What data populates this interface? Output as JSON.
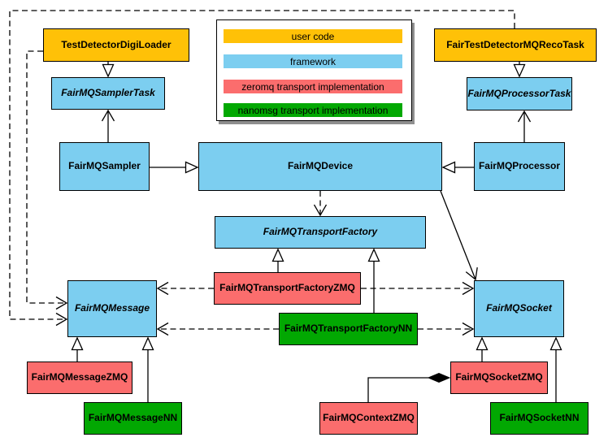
{
  "diagram": {
    "type": "uml-class-diagram",
    "legend": {
      "items": [
        {
          "label": "user code",
          "color": "#FFC107"
        },
        {
          "label": "framework",
          "color": "#7CCEF0"
        },
        {
          "label": "zeromq transport implementation",
          "color": "#FB6D6D"
        },
        {
          "label": "nanomsg transport implementation",
          "color": "#02A802"
        }
      ]
    },
    "colors": {
      "user_code": "#FFC107",
      "framework": "#7CCEF0",
      "zeromq": "#FB6D6D",
      "nanomsg": "#02A802",
      "line": "#000000",
      "background": "#FFFFFF",
      "legend_shadow": "#8F8F8F"
    },
    "nodes": {
      "testDetectorDigiLoader": {
        "label": "TestDetectorDigiLoader",
        "category": "user code",
        "abstract": false
      },
      "fairTestDetectorMQRecoTask": {
        "label": "FairTestDetectorMQRecoTask",
        "category": "user code",
        "abstract": false
      },
      "fairMQSamplerTask": {
        "label": "FairMQSamplerTask",
        "category": "framework",
        "abstract": true
      },
      "fairMQProcessorTask": {
        "label": "FairMQProcessorTask",
        "category": "framework",
        "abstract": true
      },
      "fairMQSampler": {
        "label": "FairMQSampler",
        "category": "framework",
        "abstract": false
      },
      "fairMQDevice": {
        "label": "FairMQDevice",
        "category": "framework",
        "abstract": false
      },
      "fairMQProcessor": {
        "label": "FairMQProcessor",
        "category": "framework",
        "abstract": false
      },
      "fairMQTransportFactory": {
        "label": "FairMQTransportFactory",
        "category": "framework",
        "abstract": true
      },
      "fairMQTransportFactoryZMQ": {
        "label": "FairMQTransportFactoryZMQ",
        "category": "zeromq",
        "abstract": false
      },
      "fairMQTransportFactoryNN": {
        "label": "FairMQTransportFactoryNN",
        "category": "nanomsg",
        "abstract": false
      },
      "fairMQMessage": {
        "label": "FairMQMessage",
        "category": "framework",
        "abstract": true
      },
      "fairMQSocket": {
        "label": "FairMQSocket",
        "category": "framework",
        "abstract": true
      },
      "fairMQMessageZMQ": {
        "label": "FairMQMessageZMQ",
        "category": "zeromq",
        "abstract": false
      },
      "fairMQMessageNN": {
        "label": "FairMQMessageNN",
        "category": "nanomsg",
        "abstract": false
      },
      "fairMQContextZMQ": {
        "label": "FairMQContextZMQ",
        "category": "zeromq",
        "abstract": false
      },
      "fairMQSocketZMQ": {
        "label": "FairMQSocketZMQ",
        "category": "zeromq",
        "abstract": false
      },
      "fairMQSocketNN": {
        "label": "FairMQSocketNN",
        "category": "nanomsg",
        "abstract": false
      }
    },
    "edges": [
      {
        "from": "TestDetectorDigiLoader",
        "to": "FairMQSamplerTask",
        "type": "inheritance",
        "line": "solid"
      },
      {
        "from": "FairTestDetectorMQRecoTask",
        "to": "FairMQProcessorTask",
        "type": "inheritance",
        "line": "solid"
      },
      {
        "from": "FairMQSampler",
        "to": "FairMQDevice",
        "type": "inheritance",
        "line": "solid"
      },
      {
        "from": "FairMQProcessor",
        "to": "FairMQDevice",
        "type": "inheritance",
        "line": "solid"
      },
      {
        "from": "FairMQTransportFactoryZMQ",
        "to": "FairMQTransportFactory",
        "type": "inheritance",
        "line": "solid"
      },
      {
        "from": "FairMQTransportFactoryNN",
        "to": "FairMQTransportFactory",
        "type": "inheritance",
        "line": "solid"
      },
      {
        "from": "FairMQMessageZMQ",
        "to": "FairMQMessage",
        "type": "inheritance",
        "line": "solid"
      },
      {
        "from": "FairMQMessageNN",
        "to": "FairMQMessage",
        "type": "inheritance",
        "line": "solid"
      },
      {
        "from": "FairMQSocketZMQ",
        "to": "FairMQSocket",
        "type": "inheritance",
        "line": "solid"
      },
      {
        "from": "FairMQSocketNN",
        "to": "FairMQSocket",
        "type": "inheritance",
        "line": "solid"
      },
      {
        "from": "FairMQSampler",
        "to": "FairMQSamplerTask",
        "type": "association",
        "line": "solid"
      },
      {
        "from": "FairMQProcessor",
        "to": "FairMQProcessorTask",
        "type": "association",
        "line": "solid"
      },
      {
        "from": "FairMQDevice",
        "to": "FairMQSocket",
        "type": "association",
        "line": "solid"
      },
      {
        "from": "FairMQDevice",
        "to": "FairMQTransportFactory",
        "type": "dependency",
        "line": "dashed"
      },
      {
        "from": "FairMQTransportFactoryZMQ",
        "to": "FairMQMessage",
        "type": "dependency",
        "line": "dashed"
      },
      {
        "from": "FairMQTransportFactoryZMQ",
        "to": "FairMQSocket",
        "type": "dependency",
        "line": "dashed"
      },
      {
        "from": "FairMQTransportFactoryNN",
        "to": "FairMQMessage",
        "type": "dependency",
        "line": "dashed"
      },
      {
        "from": "FairMQTransportFactoryNN",
        "to": "FairMQSocket",
        "type": "dependency",
        "line": "dashed"
      },
      {
        "from": "TestDetectorDigiLoader",
        "to": "FairMQMessage",
        "type": "dependency",
        "line": "dashed"
      },
      {
        "from": "FairTestDetectorMQRecoTask",
        "to": "FairMQMessage",
        "type": "dependency",
        "line": "dashed"
      },
      {
        "from": "FairMQContextZMQ",
        "to": "FairMQSocketZMQ",
        "type": "composition",
        "line": "solid",
        "diamond_at": "FairMQSocketZMQ"
      }
    ]
  }
}
